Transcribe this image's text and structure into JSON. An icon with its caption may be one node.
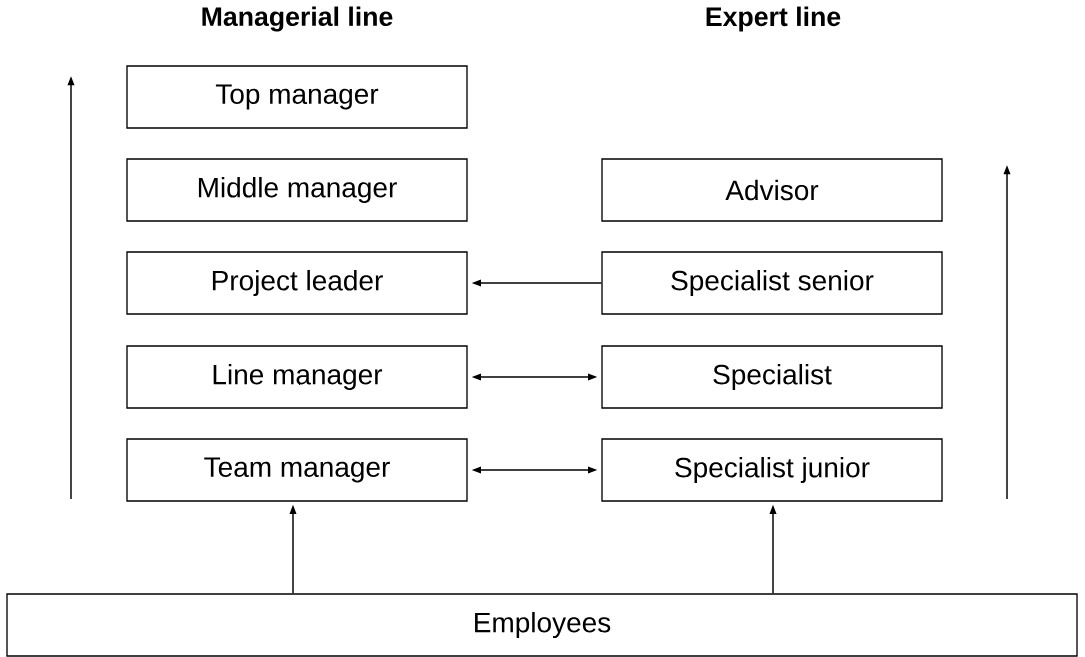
{
  "diagram": {
    "nodes": [
      {
        "text": [
          "Top manager"
        ]
      },
      {
        "text": [
          "Middle manager"
        ]
      },
      {
        "text": [
          "Project leader"
        ]
      },
      {
        "text": [
          "Line manager"
        ]
      },
      {
        "text": [
          "Team manager"
        ]
      },
      {
        "text": [
          "Advisor"
        ]
      },
      {
        "text": [
          "Specialist senior"
        ]
      },
      {
        "text": [
          "Specialist"
        ]
      },
      {
        "text": [
          "Specialist junior"
        ]
      },
      {
        "text": [
          "Employees"
        ]
      }
    ],
    "edges": [
      {
        "from": 6,
        "to": 2,
        "arrow": "to"
      },
      {
        "from": 3,
        "to": 7,
        "arrow": "both"
      },
      {
        "from": 4,
        "to": 8,
        "arrow": "both"
      },
      {
        "from": 9,
        "to": 4,
        "arrow": "to"
      },
      {
        "from": 9,
        "to": 8,
        "arrow": "to"
      }
    ],
    "labels": [
      "Managerial line",
      "Expert line"
    ]
  }
}
